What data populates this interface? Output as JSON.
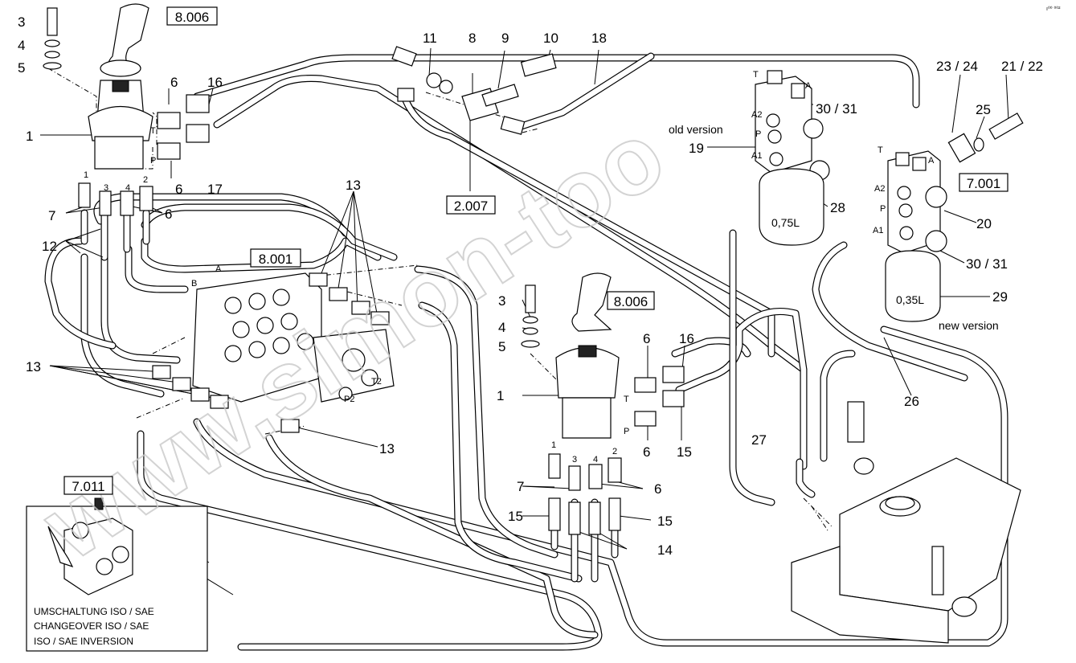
{
  "corner_mark": "ı⁰⁰ ⁰⁰²",
  "watermark": "www.simon-too",
  "labels": {
    "p1a": "1",
    "p1b": "1",
    "p3a": "3",
    "p3b": "3",
    "p4a": "4",
    "p4b": "4",
    "p5a": "5",
    "p5b": "5",
    "p6a": "6",
    "p6b": "6",
    "p6c": "6",
    "p6d": "6",
    "p6e": "6",
    "p7a": "7",
    "p7b": "7",
    "p8": "8",
    "p9": "9",
    "p10": "10",
    "p11": "11",
    "p12": "12",
    "p13a": "13",
    "p13b": "13",
    "p13c": "13",
    "p14": "14",
    "p15a": "15",
    "p15b": "15",
    "p15c": "15",
    "p16a": "16",
    "p16b": "16",
    "p17": "17",
    "p18": "18",
    "p19": "19",
    "p20": "20",
    "p2122": "21 / 22",
    "p2324": "23 / 24",
    "p25": "25",
    "p26": "26",
    "p27": "27",
    "p28": "28",
    "p29": "29",
    "p3031a": "30 / 31",
    "p3031b": "30 / 31"
  },
  "ref_boxes": {
    "r8006a": "8.006",
    "r8006b": "8.006",
    "r8001": "8.001",
    "r2007": "2.007",
    "r7001": "7.001",
    "r7011": "7.011"
  },
  "port_labels": {
    "T": "T",
    "P": "P",
    "A": "A",
    "B": "B",
    "A1": "A1",
    "A2": "A2",
    "T2": "T2",
    "P2": "P2",
    "n1": "1",
    "n2": "2",
    "n3": "3",
    "n4": "4"
  },
  "accumulators": {
    "old_volume": "0,75L",
    "new_volume": "0,35L",
    "old_caption": "old version",
    "new_caption": "new version"
  },
  "inset": {
    "line1": "UMSCHALTUNG ISO / SAE",
    "line2": "CHANGEOVER ISO / SAE",
    "line3": "ISO / SAE INVERSION"
  }
}
